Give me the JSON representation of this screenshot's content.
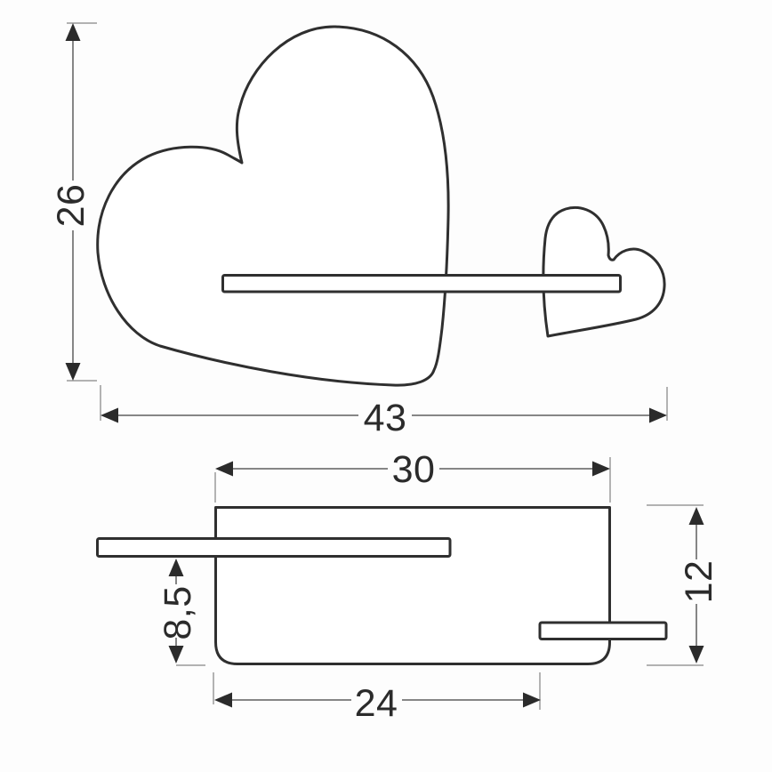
{
  "drawing": {
    "subject": "heart-shaped wall lamp with shelf - dimensional drawing",
    "views": [
      "front view with two hearts and shelf bar",
      "side profile view with shelf bars"
    ],
    "front_view": {
      "height": "26",
      "width": "43"
    },
    "side_view": {
      "body_width": "30",
      "height": "12",
      "shelf_to_bottom": "8,5",
      "bottom_width": "24"
    },
    "colors": {
      "outline": "#2f2f2f",
      "dimension_line": "#5f5f5f",
      "extension_line": "#9a9a9a",
      "arrow": "#2b2b2b",
      "label_text": "#2b2b2b",
      "shape_fill": "#ffffff",
      "background": "#fdfdfd"
    }
  }
}
